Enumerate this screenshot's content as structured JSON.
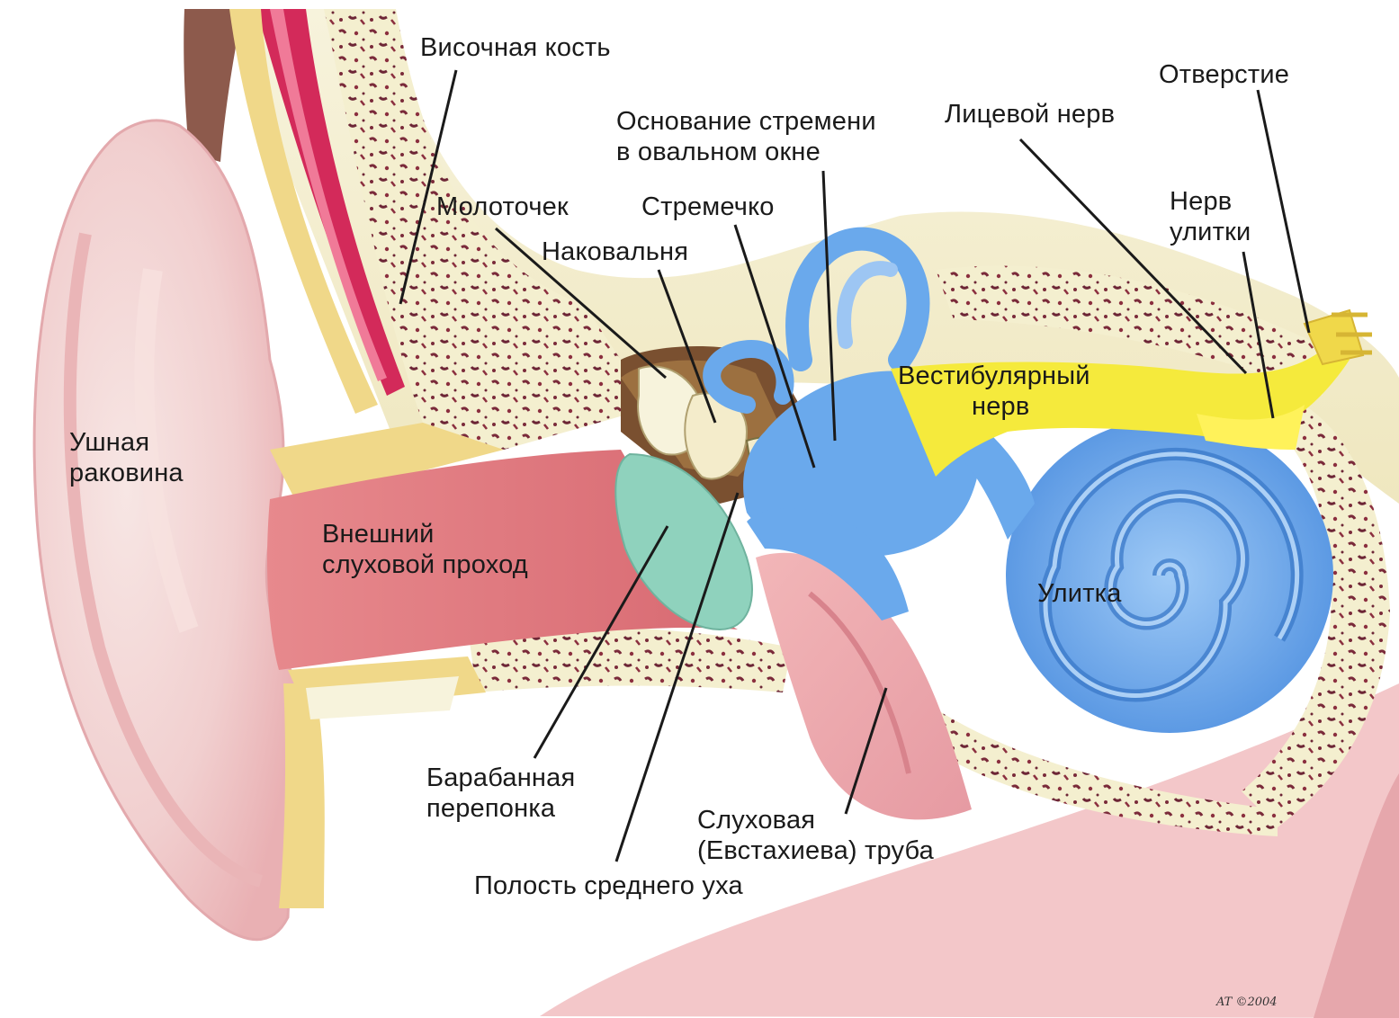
{
  "labels": {
    "temporal_bone": "Височная кость",
    "stapes_base": [
      "Основание стремени",
      "в овальном окне"
    ],
    "facial_nerve": "Лицевой нерв",
    "opening": "Отверстие",
    "malleus": "Молоточек",
    "stapes": "Стремечко",
    "incus": "Наковальня",
    "cochlear_nerve": [
      "Нерв",
      "улитки"
    ],
    "vestibular_nerve": [
      "Вестибулярный",
      "нерв"
    ],
    "auricle": [
      "Ушная",
      "раковина"
    ],
    "ear_canal": [
      "Внешний",
      "слуховой проход"
    ],
    "cochlea": "Улитка",
    "eardrum": [
      "Барабанная",
      "перепонка"
    ],
    "eustachian_tube": [
      "Слуховая",
      "(Евстахиева) труба"
    ],
    "middle_ear_cavity": "Полость среднего уха"
  },
  "signature": "AT ©2004",
  "colors": {
    "skin": "#f3c9c9",
    "canal": "#e07d82",
    "bone": "#f4efcf",
    "cochlea": "#6aa9ec",
    "nerve": "#f5ea3c",
    "eardrum": "#8fd2bd",
    "muscle": "#d1285a",
    "leader_line": "#1a1a1a"
  }
}
